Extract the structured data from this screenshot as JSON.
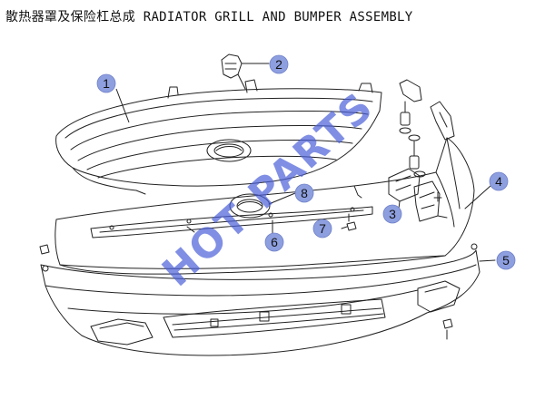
{
  "title": "散热器罩及保险杠总成 RADIATOR GRILL AND BUMPER ASSEMBLY",
  "callouts": [
    {
      "n": "1"
    },
    {
      "n": "2"
    },
    {
      "n": "3"
    },
    {
      "n": "4"
    },
    {
      "n": "5"
    },
    {
      "n": "6"
    },
    {
      "n": "7"
    },
    {
      "n": "8"
    }
  ],
  "watermark": "HOT PARTS",
  "colors": {
    "line": "#222222",
    "callout_fill": "#8e9fe0",
    "watermark": "#4a5fd8"
  }
}
